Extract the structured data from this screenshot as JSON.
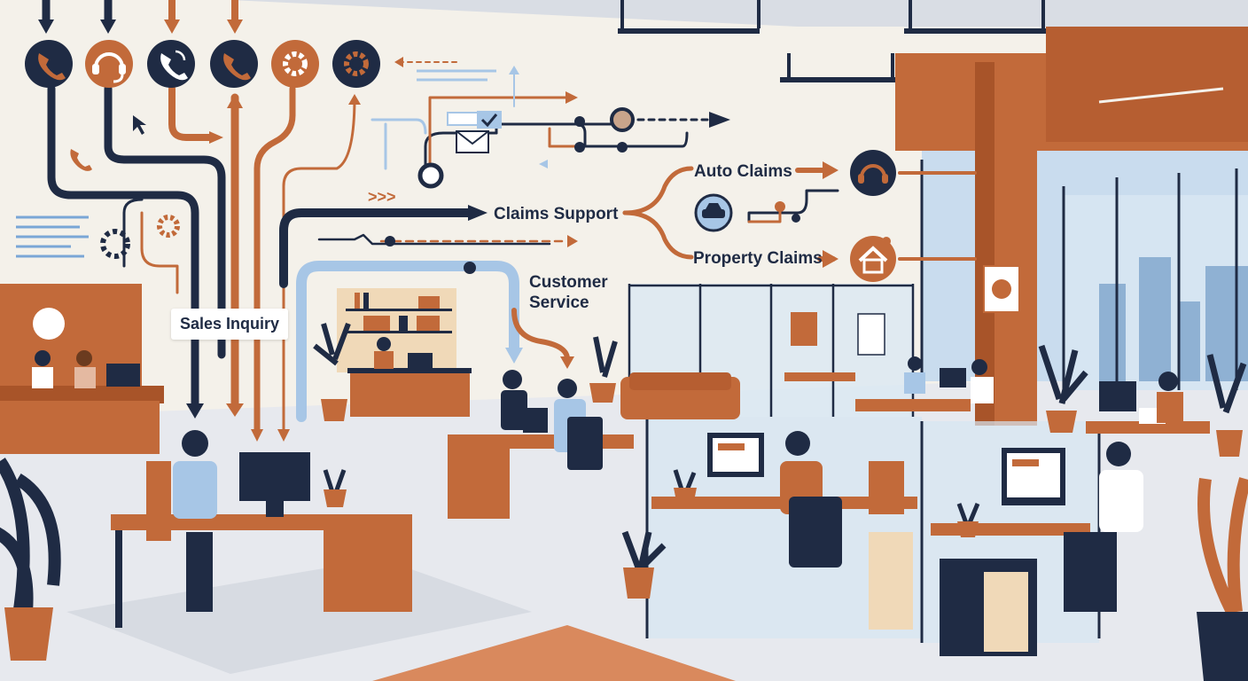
{
  "labels": {
    "claims_support": "Claims Support",
    "auto_claims": "Auto Claims",
    "property_claims": "Property Claims",
    "customer_service_line1": "Customer",
    "customer_service_line2": "Service",
    "sales_inquiry": "Sales Inquiry"
  },
  "icons": [
    "phone-icon",
    "headset-icon",
    "phone-icon",
    "phone-icon",
    "gear-icon",
    "gear-icon",
    "headset-icon",
    "car-icon",
    "house-icon",
    "envelope-icon",
    "checkmark-icon",
    "cursor-icon"
  ],
  "colors": {
    "navy": "#1f2b44",
    "orange": "#c26a3a",
    "light_blue": "#a7c6e6",
    "wall": "#f4f1ea",
    "floor": "#e6e8ec"
  }
}
